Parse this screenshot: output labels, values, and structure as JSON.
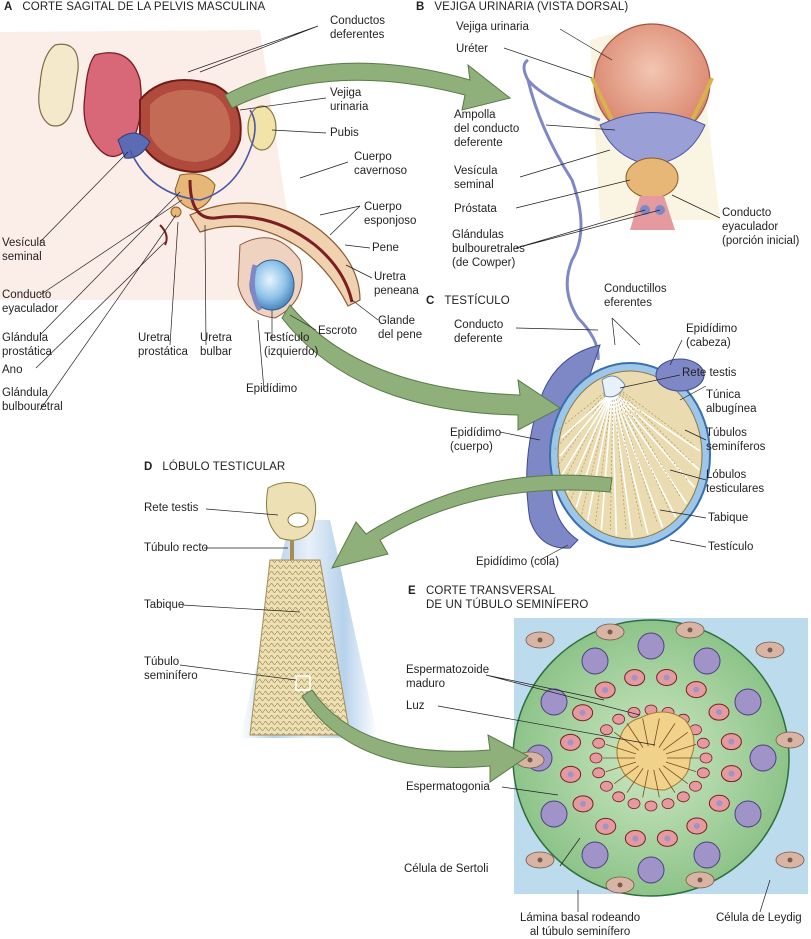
{
  "panels": {
    "A": {
      "letter": "A",
      "title": "CORTE SAGITAL DE LA PELVIS MASCULINA"
    },
    "B": {
      "letter": "B",
      "title": "VEJIGA URINARIA (VISTA DORSAL)"
    },
    "C": {
      "letter": "C",
      "title": "TESTÍCULO"
    },
    "D": {
      "letter": "D",
      "title": "LÓBULO TESTICULAR"
    },
    "E": {
      "letter": "E",
      "title": "CORTE TRANSVERSAL\nDE UN TÚBULO SEMINÍFERO"
    }
  },
  "labels_a": {
    "conductos_deferentes": "Conductos\ndeferentes",
    "vejiga_urinaria": "Vejiga\nurinaria",
    "pubis": "Pubis",
    "cuerpo_cavernoso": "Cuerpo\ncavernoso",
    "cuerpo_esponjoso": "Cuerpo\nesponjoso",
    "pene": "Pene",
    "uretra_peneana": "Uretra\npeneana",
    "glande": "Glande\ndel pene",
    "escroto": "Escroto",
    "testiculo_izq": "Testículo\n(izquierdo)",
    "epididimo": "Epidídimo",
    "uretra_bulbar": "Uretra\nbulbar",
    "uretra_prostatica": "Uretra\nprostática",
    "vesicula_seminal": "Vesícula\nseminal",
    "conducto_eyaculador": "Conducto\neyaculador",
    "glandula_prostatica": "Glándula\nprostática",
    "ano": "Ano",
    "glandula_bulbouretral": "Glándula\nbulbouretral"
  },
  "labels_b": {
    "vejiga_urinaria": "Vejiga urinaria",
    "ureter": "Uréter",
    "ampolla": "Ampolla\ndel conducto\ndeferente",
    "vesicula_seminal": "Vesícula\nseminal",
    "prostata": "Próstata",
    "glandulas_bulbouretrales": "Glándulas\nbulbouretrales\n(de Cowper)",
    "conducto_eyaculador": "Conducto\neyaculador\n(porción inicial)"
  },
  "labels_c": {
    "conductillos_eferentes": "Conductillos\neferentes",
    "conducto_deferente": "Conducto\ndeferente",
    "epididimo_cabeza": "Epidídimo\n(cabeza)",
    "rete_testis": "Rete testis",
    "tunica_albuginea": "Túnica\nalbugínea",
    "tubulos_seminiferos": "Túbulos\nseminíferos",
    "lobulos_testiculares": "Lóbulos\ntesticulares",
    "tabique": "Tabique",
    "testiculo": "Testículo",
    "epididimo_cuerpo": "Epidídimo\n(cuerpo)",
    "epididimo_cola": "Epidídimo (cola)"
  },
  "labels_d": {
    "rete_testis": "Rete testis",
    "tubulo_recto": "Túbulo recto",
    "tabique": "Tabique",
    "tubulo_seminifero": "Túbulo\nseminífero"
  },
  "labels_e": {
    "espermatozoide": "Espermatozoide\nmaduro",
    "luz": "Luz",
    "espermatogonia": "Espermatogonia",
    "sertoli": "Célula de Sertoli",
    "lamina_basal": "Lámina basal rodeando\nal túbulo seminífero",
    "leydig": "Célula de Leydig"
  },
  "colors": {
    "arrow_fill": "#8fb07a",
    "bladder": "#e8a58a",
    "duct_blue": "#8e96c8",
    "testis_blue": "#8fc3e8",
    "tubule_beige": "#ece0b4",
    "tubule_green": "#9fcf9a",
    "interstitium_blue": "#bcdcee",
    "nucleus_purple": "#9f93c8",
    "cell_pink": "#e59aa0",
    "tissue_skin": "#f6dcd0",
    "urethra_red": "#7a1e22",
    "gland_orange": "#e7b778"
  }
}
